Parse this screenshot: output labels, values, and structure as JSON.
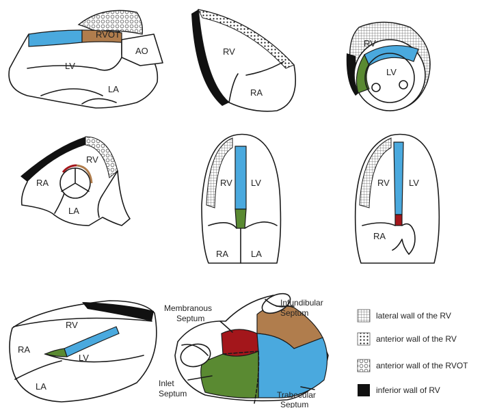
{
  "colors": {
    "lv_septum_blue": "#4aa9de",
    "inlet_green": "#5a8a32",
    "membranous_red": "#a3161b",
    "infundibular_brown": "#b07d4d",
    "inferior_black": "#111111",
    "outline": "#1a1a1a"
  },
  "views": {
    "plax": {
      "lv": "LV",
      "la": "LA",
      "ao": "AO",
      "rvot": "RVOT"
    },
    "rv_inflow": {
      "rv": "RV",
      "ra": "RA"
    },
    "psax": {
      "rv": "RV",
      "lv": "LV"
    },
    "aortic_sax": {
      "ra": "RA",
      "rv": "RV",
      "la": "LA"
    },
    "a4c": {
      "rv": "RV",
      "lv": "LV",
      "ra": "RA",
      "la": "LA"
    },
    "a5c": {
      "rv": "RV",
      "lv": "LV",
      "ra": "RA"
    },
    "subcostal": {
      "rv": "RV",
      "ra": "RA",
      "lv": "LV",
      "la": "LA"
    }
  },
  "septum_3d": {
    "membranous_1": "Membranous",
    "membranous_2": "Septum",
    "infundibular_1": "Infundibular",
    "infundibular_2": "Septum",
    "inlet_1": "Inlet",
    "inlet_2": "Septum",
    "trabecular_1": "Trabecular",
    "trabecular_2": "Septum"
  },
  "legend": [
    {
      "label": "lateral wall of the RV",
      "icon": "lateral-wall-pattern-icon"
    },
    {
      "label": "anterior wall of the RV",
      "icon": "anterior-wall-pattern-icon"
    },
    {
      "label": "anterior wall of the RVOT",
      "icon": "rvot-wall-pattern-icon"
    },
    {
      "label": "inferior wall of RV",
      "icon": "inferior-wall-pattern-icon"
    }
  ]
}
